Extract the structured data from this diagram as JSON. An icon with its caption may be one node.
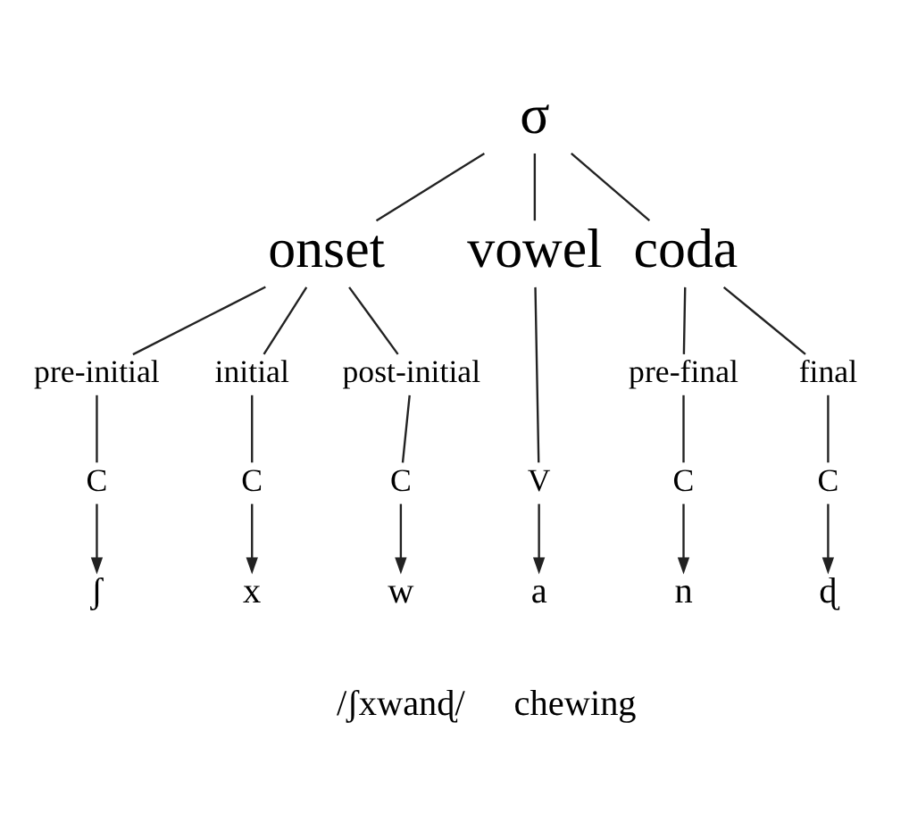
{
  "diagram": {
    "nodes": [
      {
        "text": [
          "σ"
        ]
      },
      {
        "text": [
          "onset"
        ]
      },
      {
        "text": [
          "vowel"
        ]
      },
      {
        "text": [
          "coda"
        ]
      },
      {
        "text": [
          "pre-initial"
        ]
      },
      {
        "text": [
          "initial"
        ]
      },
      {
        "text": [
          "post-initial"
        ]
      },
      {
        "text": [
          "pre-final"
        ]
      },
      {
        "text": [
          "final"
        ]
      },
      {
        "text": [
          "C"
        ]
      },
      {
        "text": [
          "C"
        ]
      },
      {
        "text": [
          "C"
        ]
      },
      {
        "text": [
          "V"
        ]
      },
      {
        "text": [
          "C"
        ]
      },
      {
        "text": [
          "C"
        ]
      },
      {
        "text": [
          "ʃ"
        ]
      },
      {
        "text": [
          "x"
        ]
      },
      {
        "text": [
          "w"
        ]
      },
      {
        "text": [
          "a"
        ]
      },
      {
        "text": [
          "n"
        ]
      },
      {
        "text": [
          "ɖ"
        ]
      }
    ],
    "edges": [
      {
        "from": 0,
        "to": 1,
        "arrow": "none"
      },
      {
        "from": 0,
        "to": 2,
        "arrow": "none"
      },
      {
        "from": 0,
        "to": 3,
        "arrow": "none"
      },
      {
        "from": 1,
        "to": 4,
        "arrow": "none"
      },
      {
        "from": 1,
        "to": 5,
        "arrow": "none"
      },
      {
        "from": 1,
        "to": 6,
        "arrow": "none"
      },
      {
        "from": 3,
        "to": 7,
        "arrow": "none"
      },
      {
        "from": 3,
        "to": 8,
        "arrow": "none"
      },
      {
        "from": 4,
        "to": 9,
        "arrow": "none"
      },
      {
        "from": 5,
        "to": 10,
        "arrow": "none"
      },
      {
        "from": 6,
        "to": 11,
        "arrow": "none"
      },
      {
        "from": 2,
        "to": 12,
        "arrow": "none"
      },
      {
        "from": 7,
        "to": 13,
        "arrow": "none"
      },
      {
        "from": 8,
        "to": 14,
        "arrow": "none"
      },
      {
        "from": 9,
        "to": 15,
        "arrow": "to"
      },
      {
        "from": 10,
        "to": 16,
        "arrow": "to"
      },
      {
        "from": 11,
        "to": 17,
        "arrow": "to"
      },
      {
        "from": 12,
        "to": 18,
        "arrow": "to"
      },
      {
        "from": 13,
        "to": 19,
        "arrow": "to"
      },
      {
        "from": 14,
        "to": 20,
        "arrow": "to"
      }
    ],
    "labels": [
      "/ʃxwanɖ/",
      "chewing"
    ]
  }
}
